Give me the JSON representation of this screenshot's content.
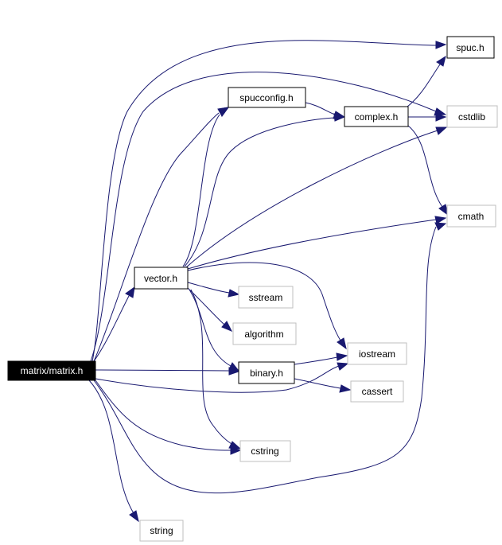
{
  "colors": {
    "edge": "#191970",
    "root_fill": "#000000",
    "root_text": "#ffffff",
    "documented_border": "#000000",
    "undocumented_border": "#bfbfbf",
    "text": "#000000"
  },
  "nodes": {
    "root": {
      "label": "matrix/matrix.h",
      "kind": "root"
    },
    "vector": {
      "label": "vector.h",
      "kind": "documented"
    },
    "spucconfig": {
      "label": "spucconfig.h",
      "kind": "documented"
    },
    "complex": {
      "label": "complex.h",
      "kind": "documented"
    },
    "spuc": {
      "label": "spuc.h",
      "kind": "documented"
    },
    "binary": {
      "label": "binary.h",
      "kind": "documented"
    },
    "cstdlib": {
      "label": "cstdlib",
      "kind": "external"
    },
    "cmath": {
      "label": "cmath",
      "kind": "external"
    },
    "sstream": {
      "label": "sstream",
      "kind": "external"
    },
    "algorithm": {
      "label": "algorithm",
      "kind": "external"
    },
    "iostream": {
      "label": "iostream",
      "kind": "external"
    },
    "cassert": {
      "label": "cassert",
      "kind": "external"
    },
    "cstring": {
      "label": "cstring",
      "kind": "external"
    },
    "string": {
      "label": "string",
      "kind": "external"
    }
  },
  "edges": [
    [
      "root",
      "spuc"
    ],
    [
      "root",
      "cstdlib"
    ],
    [
      "root",
      "spucconfig"
    ],
    [
      "root",
      "vector"
    ],
    [
      "root",
      "binary"
    ],
    [
      "root",
      "iostream"
    ],
    [
      "root",
      "cstring"
    ],
    [
      "root",
      "cmath"
    ],
    [
      "root",
      "string"
    ],
    [
      "spucconfig",
      "complex"
    ],
    [
      "complex",
      "spuc"
    ],
    [
      "complex",
      "cstdlib"
    ],
    [
      "complex",
      "cmath"
    ],
    [
      "vector",
      "spucconfig"
    ],
    [
      "vector",
      "complex"
    ],
    [
      "vector",
      "cstdlib"
    ],
    [
      "vector",
      "cmath"
    ],
    [
      "vector",
      "sstream"
    ],
    [
      "vector",
      "algorithm"
    ],
    [
      "vector",
      "iostream"
    ],
    [
      "vector",
      "binary"
    ],
    [
      "vector",
      "cstring"
    ],
    [
      "binary",
      "iostream"
    ],
    [
      "binary",
      "cassert"
    ]
  ]
}
